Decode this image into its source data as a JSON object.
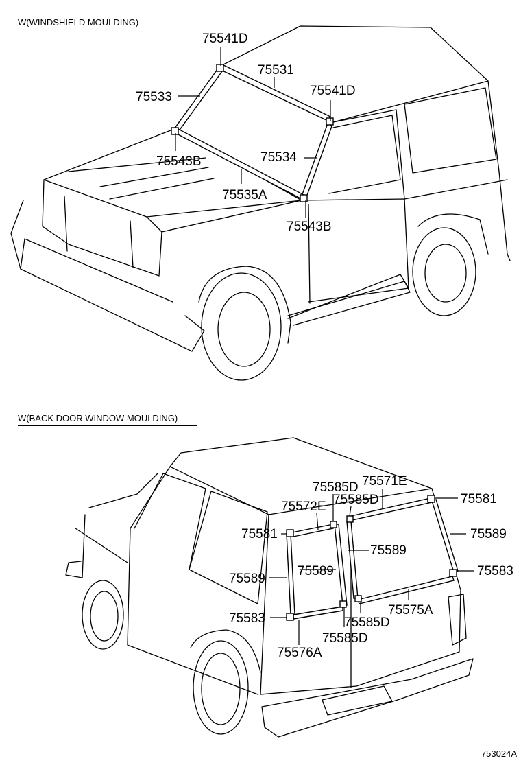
{
  "sections": {
    "windshield_title": "W(WINDSHIELD MOULDING)",
    "backdoor_title": "W(BACK DOOR WINDOW MOULDING)"
  },
  "labels": {
    "l1": "75541D",
    "l2": "75531",
    "l3": "75533",
    "l4": "75541D",
    "l5": "75534",
    "l6": "75543B",
    "l7": "75535A",
    "l8": "75543B",
    "l9": "75585D",
    "l10": "75571E",
    "l11": "75585D",
    "l12": "75572E",
    "l13": "75581",
    "l14": "75581",
    "l15": "75589",
    "l16": "75589",
    "l17": "75589",
    "l18": "75589",
    "l19": "75583",
    "l20": "75583",
    "l21": "75575A",
    "l22": "75585D",
    "l23": "75585D",
    "l24": "75576A"
  },
  "footer": {
    "code": "753024A"
  }
}
